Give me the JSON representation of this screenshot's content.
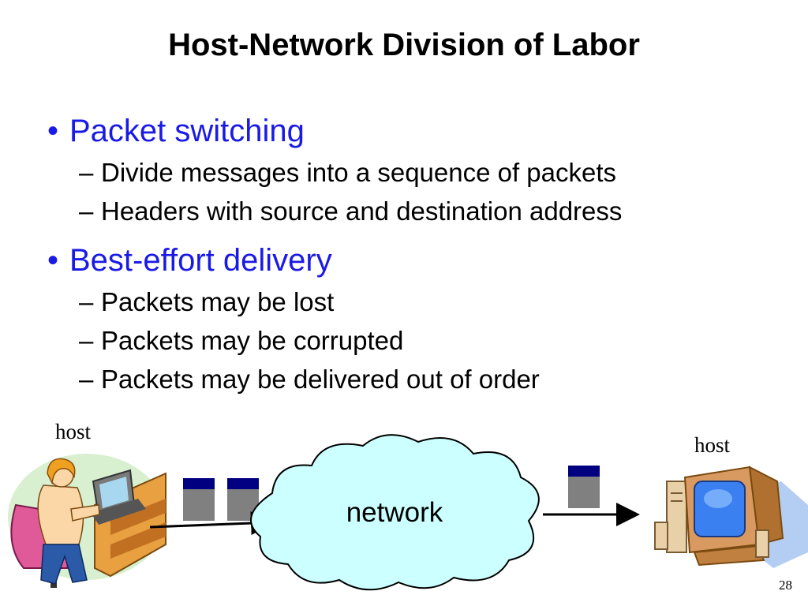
{
  "slide": {
    "title": "Host-Network Division of Labor",
    "page_number": "28"
  },
  "bullets": [
    {
      "text": "Packet switching",
      "subs": [
        "Divide messages into a sequence of packets",
        "Headers with source and destination address"
      ]
    },
    {
      "text": "Best-effort delivery",
      "subs": [
        "Packets may be lost",
        "Packets may be corrupted",
        "Packets may be delivered out of order"
      ]
    }
  ],
  "diagram": {
    "left_host_label": "host",
    "right_host_label": "host",
    "network_label": "network",
    "icons": [
      "person-at-computer-icon",
      "desktop-computer-icon",
      "cloud-icon",
      "packet-icon"
    ],
    "colors": {
      "bullet": "#1a1ae6",
      "cloud_fill": "#ccffff",
      "packet_header": "#000080",
      "packet_body": "#808080"
    }
  }
}
